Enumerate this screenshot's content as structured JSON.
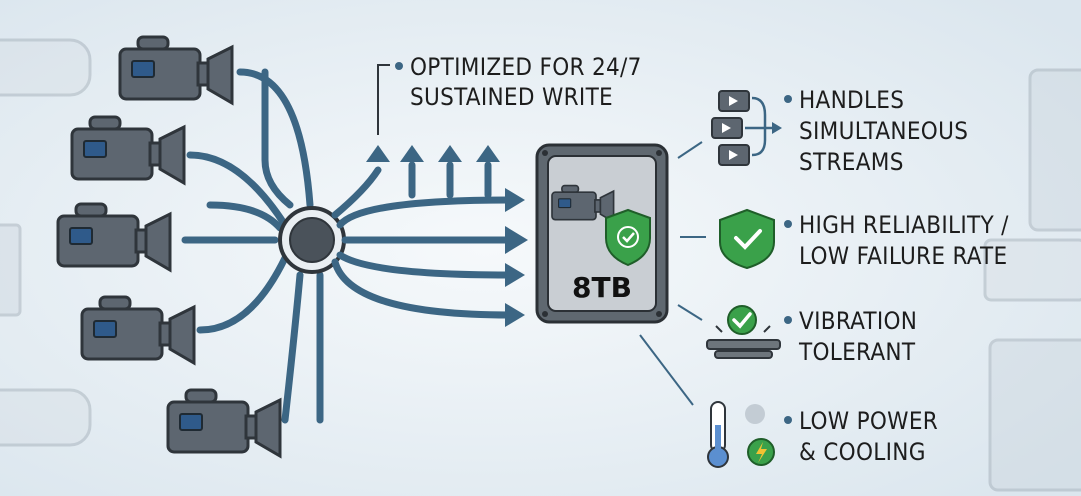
{
  "top_note": {
    "line1": "OPTIMIZED FOR 24/7",
    "line2": "SUSTAINED WRITE"
  },
  "drive": {
    "capacity": "8TB"
  },
  "features": [
    {
      "lines": [
        "HANDLES",
        "SIMULTANEOUS",
        "STREAMS"
      ],
      "icon": "video-streams-icon"
    },
    {
      "lines": [
        "HIGH RELIABILITY /",
        "LOW FAILURE RATE"
      ],
      "icon": "shield-check-icon"
    },
    {
      "lines": [
        "VIBRATION",
        "TOLERANT"
      ],
      "icon": "vibration-check-icon"
    },
    {
      "lines": [
        "LOW POWER",
        "& COOLING"
      ],
      "icon": "thermometer-power-icon"
    }
  ],
  "colors": {
    "flow": "#3c6684",
    "accent_green": "#3aa14a",
    "background": "#eaf1f6"
  }
}
